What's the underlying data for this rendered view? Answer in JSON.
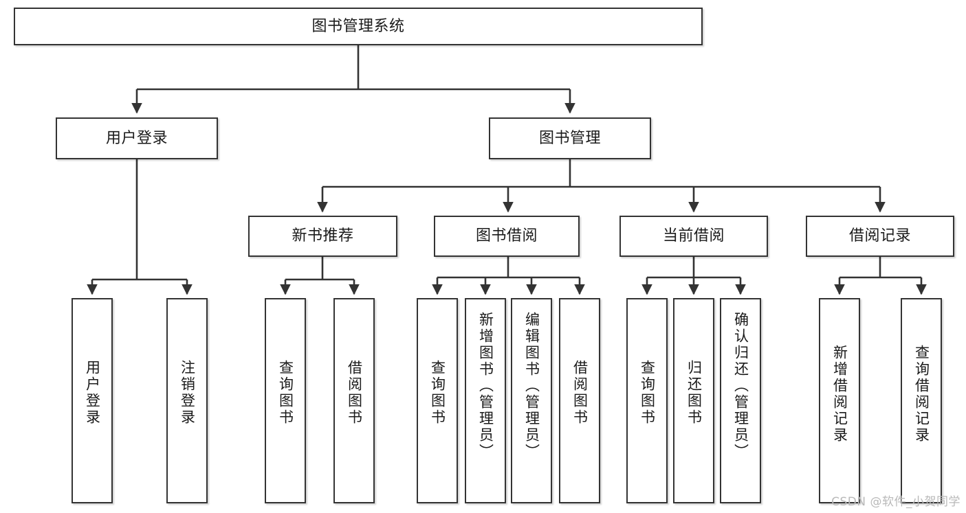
{
  "diagram": {
    "type": "tree",
    "title": "图书管理系统",
    "root": {
      "id": "root",
      "label": "图书管理系统"
    },
    "level1": [
      {
        "id": "user-login",
        "label": "用户登录"
      },
      {
        "id": "book-manage",
        "label": "图书管理"
      }
    ],
    "level2": [
      {
        "id": "new-book-recommend",
        "label": "新书推荐",
        "parent": "book-manage"
      },
      {
        "id": "book-borrow",
        "label": "图书借阅",
        "parent": "book-manage"
      },
      {
        "id": "current-borrow",
        "label": "当前借阅",
        "parent": "book-manage"
      },
      {
        "id": "borrow-record",
        "label": "借阅记录",
        "parent": "book-manage"
      }
    ],
    "leaves": {
      "user_login": [
        {
          "id": "leaf-user-login",
          "label": "用户登录"
        },
        {
          "id": "leaf-logout",
          "label": "注销登录"
        }
      ],
      "new_book_recommend": [
        {
          "id": "leaf-query-book-1",
          "label": "查询图书"
        },
        {
          "id": "leaf-borrow-book-1",
          "label": "借阅图书"
        }
      ],
      "book_borrow": [
        {
          "id": "leaf-query-book-2",
          "label": "查询图书"
        },
        {
          "id": "leaf-add-book",
          "label": "新增图书（管理员）"
        },
        {
          "id": "leaf-edit-book",
          "label": "编辑图书（管理员）"
        },
        {
          "id": "leaf-borrow-book-2",
          "label": "借阅图书"
        }
      ],
      "current_borrow": [
        {
          "id": "leaf-query-book-3",
          "label": "查询图书"
        },
        {
          "id": "leaf-return-book",
          "label": "归还图书"
        },
        {
          "id": "leaf-confirm-return",
          "label": "确认归还（管理员）"
        }
      ],
      "borrow_record": [
        {
          "id": "leaf-add-record",
          "label": "新增借阅记录"
        },
        {
          "id": "leaf-query-record",
          "label": "查询借阅记录"
        }
      ]
    }
  },
  "watermark": {
    "text": "CSDN @软件_小贺同学"
  },
  "colors": {
    "box_border": "#333333",
    "box_fill": "#ffffff",
    "connector": "#333333",
    "text": "#1a1a1a",
    "watermark": "#b9b9b9",
    "background": "#ffffff"
  }
}
